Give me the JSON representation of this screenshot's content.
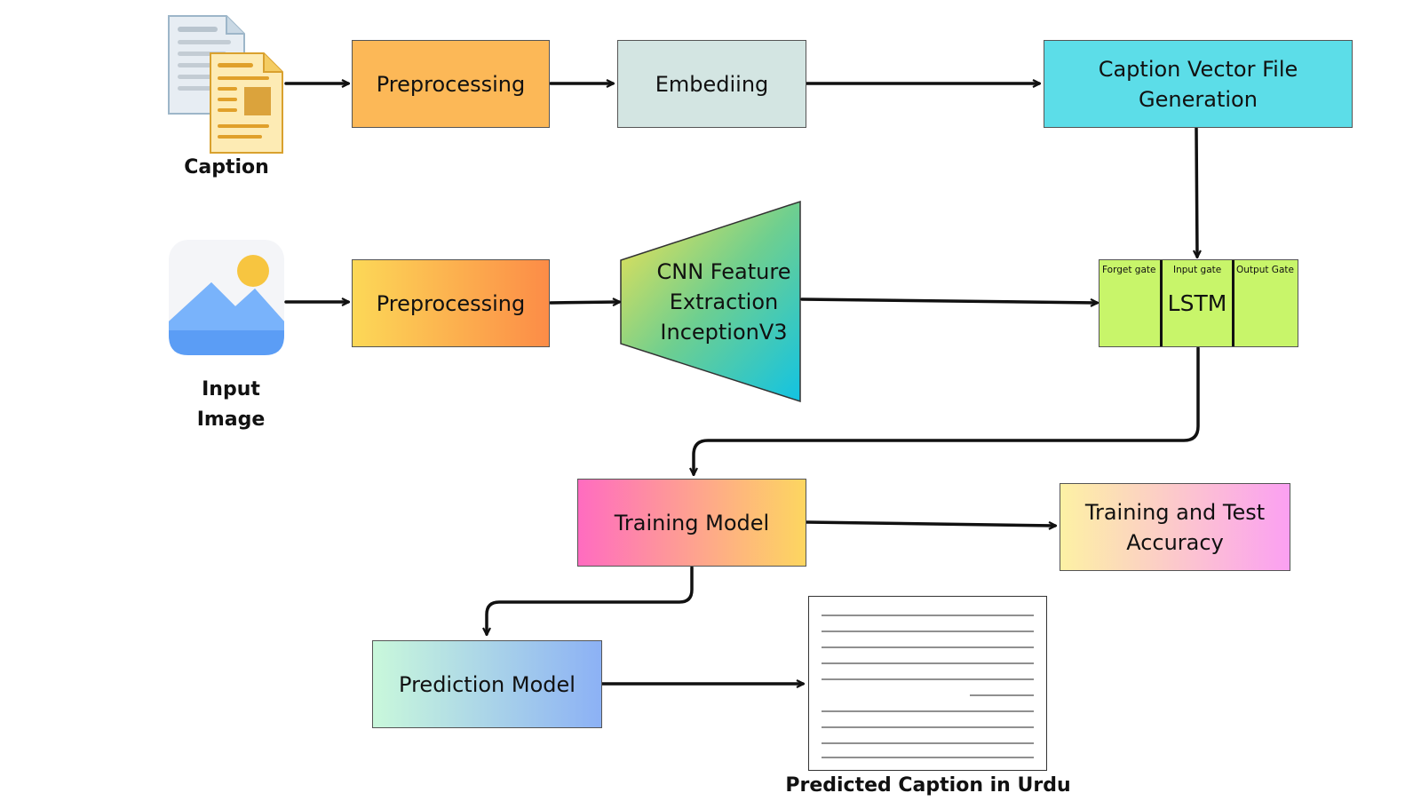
{
  "caption_source": {
    "label": "Caption"
  },
  "image_source": {
    "label": "Input\nImage"
  },
  "nodes": {
    "caption_preprocessing": "Preprocessing",
    "embedding": "Embediing",
    "caption_vector": "Caption Vector File\nGeneration",
    "image_preprocessing": "Preprocessing",
    "cnn": "CNN Feature\nExtraction\nInceptionV3",
    "lstm": {
      "title": "LSTM",
      "gates": [
        "Forget gate",
        "Input gate",
        "Output Gate"
      ]
    },
    "training_model": "Training Model",
    "accuracy": "Training and Test\nAccuracy",
    "prediction_model": "Prediction Model"
  },
  "output": {
    "label": "Predicted Caption in Urdu"
  },
  "colors": {
    "caption_preprocessing": "#fcb857",
    "embedding": "#d3e5e2",
    "caption_vector": "#5cdde8",
    "lstm": "#c8f56a",
    "arrow": "#111111"
  }
}
